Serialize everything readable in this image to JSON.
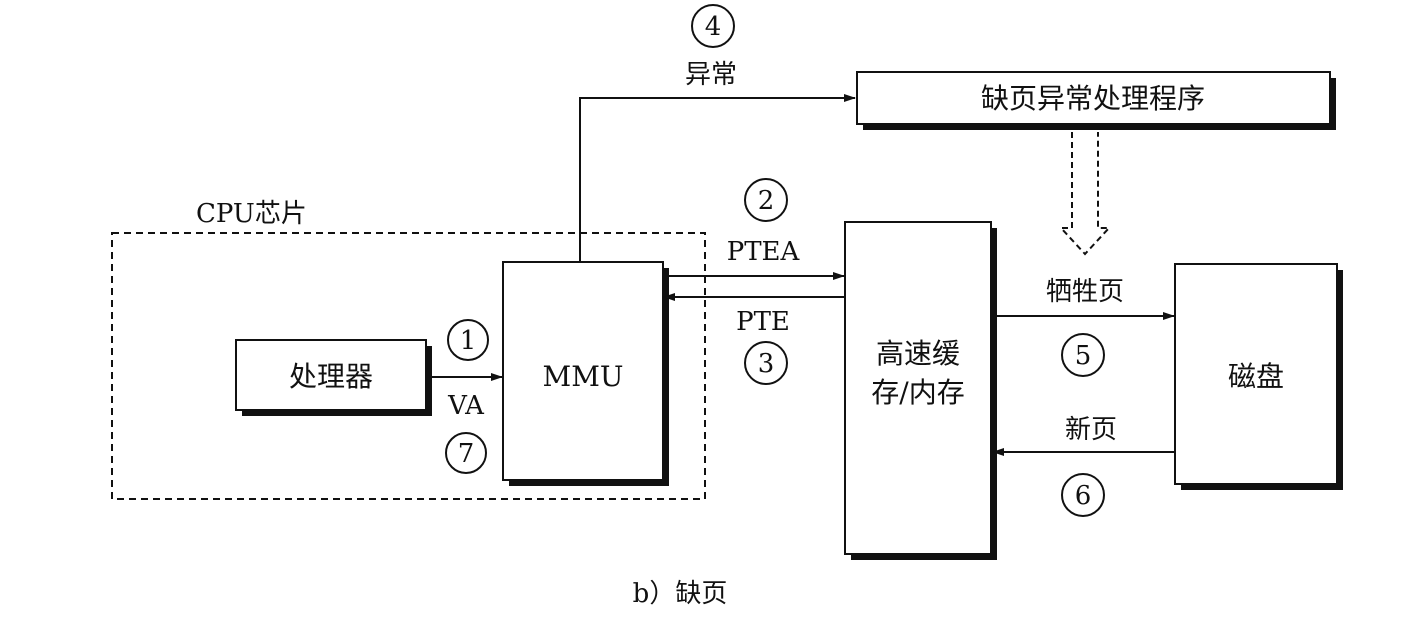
{
  "diagram": {
    "caption": "b）缺页",
    "cpu_chip_label": "CPU芯片",
    "boxes": {
      "processor": "处理器",
      "mmu": "MMU",
      "cache_memory_line1": "高速缓",
      "cache_memory_line2": "存/内存",
      "disk": "磁盘",
      "page_fault_handler": "缺页异常处理程序"
    },
    "arrows": {
      "va": "VA",
      "ptea": "PTEA",
      "pte": "PTE",
      "exception": "异常",
      "victim_page": "牺牲页",
      "new_page": "新页"
    },
    "steps": {
      "s1": "1",
      "s2": "2",
      "s3": "3",
      "s4": "4",
      "s5": "5",
      "s6": "6",
      "s7": "7"
    },
    "colors": {
      "ink": "#111111",
      "shadow": "#111111",
      "background": "#ffffff"
    }
  }
}
